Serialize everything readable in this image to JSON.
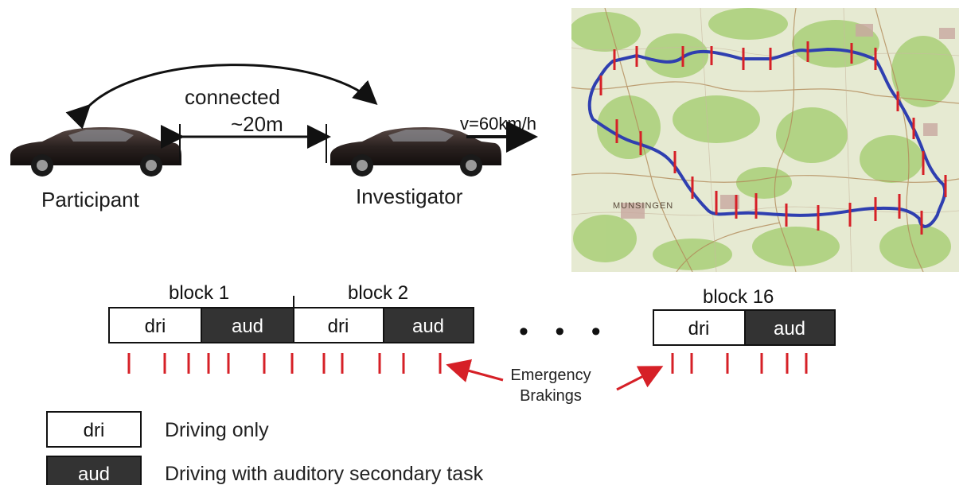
{
  "cars": {
    "participant_label": "Participant",
    "investigator_label": "Investigator",
    "connected_label": "connected",
    "distance_label": "~20m",
    "speed_label": "v=60km/h"
  },
  "blocks": [
    {
      "label": "block 1",
      "segments": [
        "dri",
        "aud"
      ]
    },
    {
      "label": "block 2",
      "segments": [
        "dri",
        "aud"
      ]
    },
    {
      "label": "block 16",
      "segments": [
        "dri",
        "aud"
      ]
    }
  ],
  "ellipsis": "• • •",
  "annotation": {
    "line1": "Emergency",
    "line2": "Brakings"
  },
  "legend": [
    {
      "key": "dri",
      "text": "Driving only",
      "style": "light"
    },
    {
      "key": "aud",
      "text": "Driving with auditory secondary task",
      "style": "dark"
    }
  ],
  "map": {
    "town_label": "MUNSINGEN",
    "colors": {
      "route": "#2f3fb0",
      "marker": "#d62027",
      "forest": "#9fc86a",
      "land": "#e8ecd8"
    }
  },
  "colors": {
    "marker": "#d62027",
    "dark_segment": "#333333",
    "arrow": "#d62027"
  }
}
